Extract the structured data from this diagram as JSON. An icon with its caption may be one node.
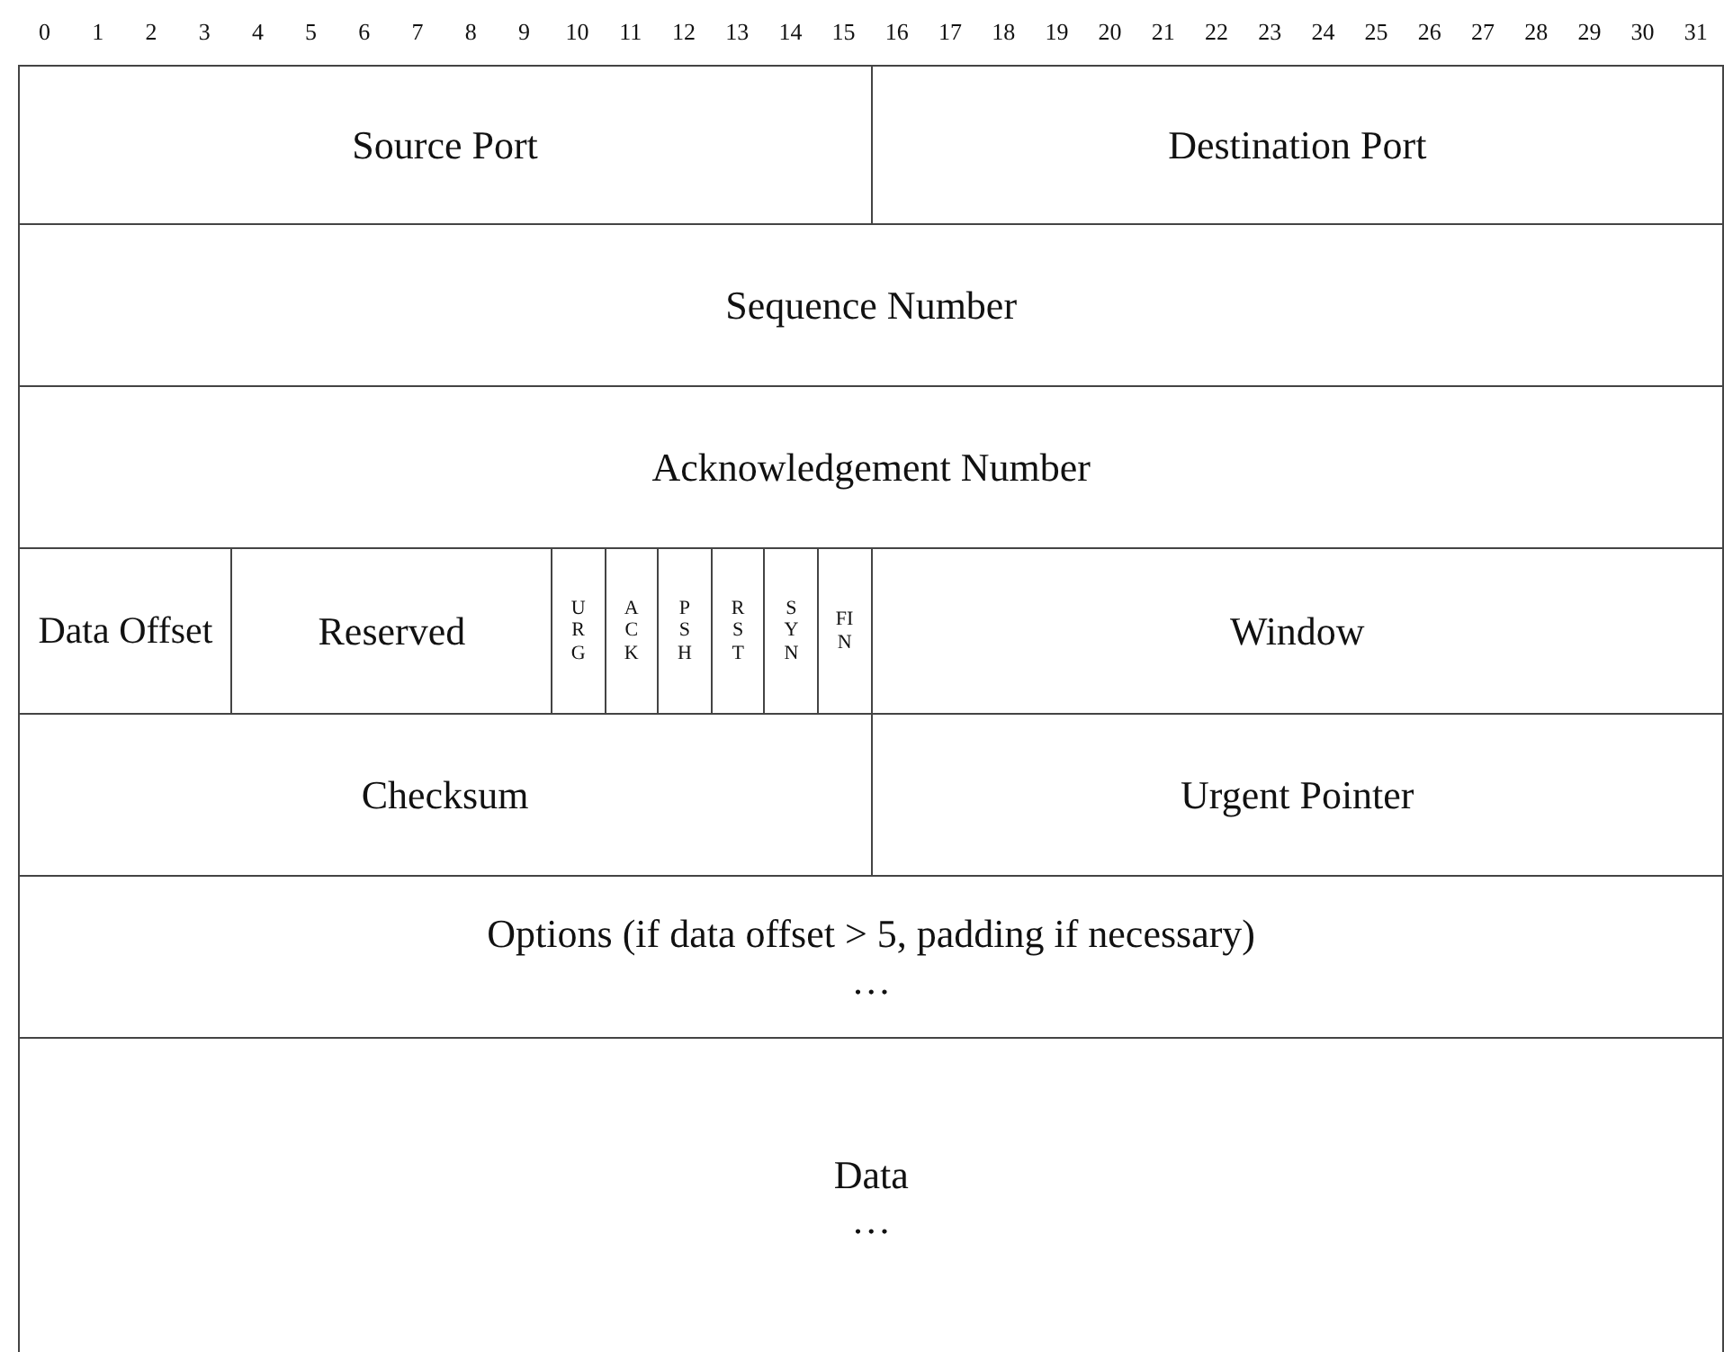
{
  "diagram": {
    "nodes": [
      {
        "text": [
          "Source Port"
        ]
      },
      {
        "text": [
          "Destination Port"
        ]
      },
      {
        "text": [
          "Sequence Number"
        ]
      },
      {
        "text": [
          "Acknowledgement Number"
        ]
      },
      {
        "text": [
          "Data Offset"
        ]
      },
      {
        "text": [
          "Reserved"
        ]
      },
      {
        "text": [
          "URG"
        ]
      },
      {
        "text": [
          "ACK"
        ]
      },
      {
        "text": [
          "PSH"
        ]
      },
      {
        "text": [
          "RST"
        ]
      },
      {
        "text": [
          "SYN"
        ]
      },
      {
        "text": [
          "FIN"
        ]
      },
      {
        "text": [
          "Window"
        ]
      },
      {
        "text": [
          "Checksum"
        ]
      },
      {
        "text": [
          "Urgent Pointer"
        ]
      },
      {
        "text": [
          "Options (if data offset > 5, padding if necessary)",
          "…"
        ]
      },
      {
        "text": [
          "Data",
          "…"
        ]
      }
    ],
    "labels": [
      "0",
      "1",
      "2",
      "3",
      "4",
      "5",
      "6",
      "7",
      "8",
      "9",
      "10",
      "11",
      "12",
      "13",
      "14",
      "15",
      "16",
      "17",
      "18",
      "19",
      "20",
      "21",
      "22",
      "23",
      "24",
      "25",
      "26",
      "27",
      "28",
      "29",
      "30",
      "31"
    ]
  }
}
